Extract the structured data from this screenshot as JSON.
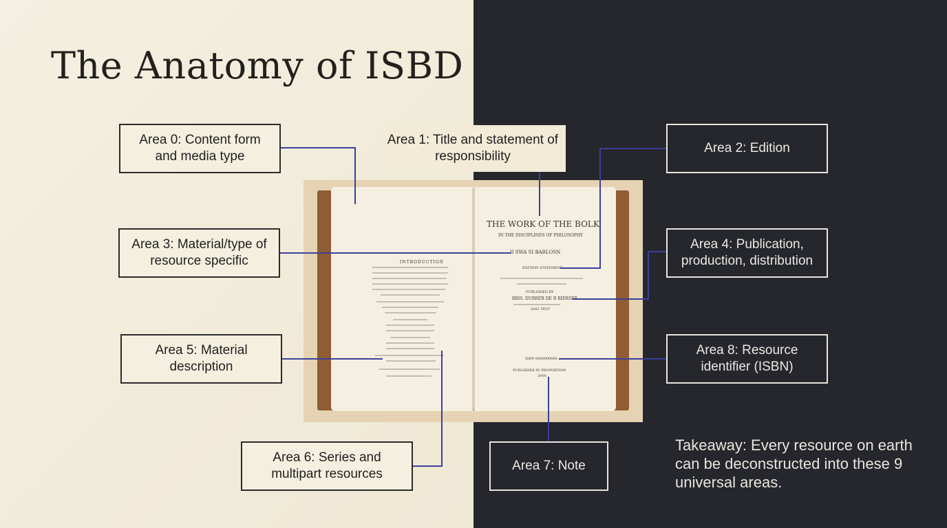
{
  "title": "The Anatomy of ISBD",
  "areas": {
    "area0": "Area 0: Content form and media type",
    "area1": "Area 1: Title and statement of responsibility",
    "area2": "Area 2: Edition",
    "area3": "Area 3: Material/type of resource specific",
    "area4": "Area 4: Publication, production, distribution",
    "area5": "Area 5: Material description",
    "area6": "Area 6: Series and multipart resources",
    "area7": "Area 7: Note",
    "area8": "Area 8: Resource identifier (ISBN)"
  },
  "takeaway": "Takeaway: Every resource on earth can be deconstructed into these 9 universal areas.",
  "book": {
    "title": "THE WORK OF THE BOLK",
    "subtitle": "IN THE DISCIPLINES OF PHILOSOPHY",
    "byline": "II SWA SI BARLOSN",
    "edition": "EDITION STATEMENT",
    "published_by": "PUBLISHED BY",
    "publisher": "BRIS. DURRER DE B RIERSER",
    "publisher_year": "2002 TEST",
    "isbn": "ISBN 0000000000",
    "printed": "PUBLISHER IN PROPORTION",
    "printed_year": "2000",
    "left_heading": "INTRODUCTION"
  },
  "colors": {
    "connector": "#3b3f9a",
    "light_bg": "#f4efe0",
    "dark_bg": "#25272d",
    "ink": "#23211d"
  }
}
